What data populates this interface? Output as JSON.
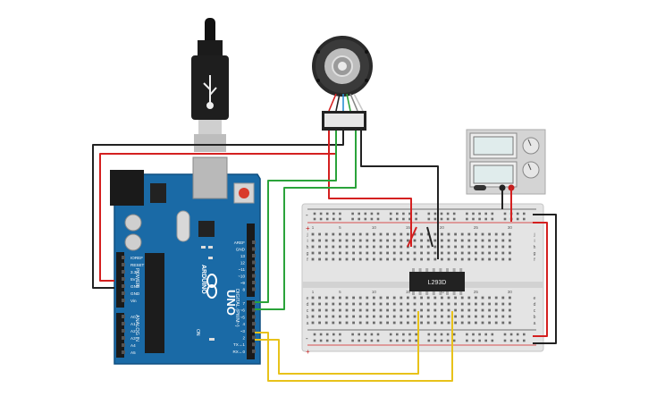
{
  "arduino": {
    "brand": "ARDUINO",
    "model": "UNO",
    "reset_label": "RESET",
    "power_header_title": "POWER",
    "analog_header_title": "ANALOG IN",
    "digital_header_title": "DIGITAL (PWM~)",
    "power_pins": [
      "IOREF",
      "RESET",
      "3.3V",
      "5V",
      "GND",
      "GND",
      "Vin"
    ],
    "analog_pins": [
      "A0",
      "A1",
      "A2",
      "A3",
      "A4",
      "A5"
    ],
    "digital_top_pins": [
      "AREF",
      "GND",
      "13",
      "12",
      "~11",
      "~10",
      "~9",
      "8"
    ],
    "digital_bottom_pins": [
      "7",
      "~6",
      "~5",
      "4",
      "~3",
      "2",
      "TX→1",
      "RX←0"
    ],
    "led_labels": [
      "L",
      "TX",
      "RX"
    ],
    "on_label": "ON"
  },
  "chip": {
    "label": "L293D"
  },
  "breadboard": {
    "column_numbers": [
      "1",
      "5",
      "10",
      "15",
      "20",
      "25",
      "30"
    ],
    "row_letters_top": [
      "j",
      "i",
      "h",
      "g",
      "f"
    ],
    "row_letters_bottom": [
      "e",
      "d",
      "c",
      "b",
      "a"
    ],
    "rail_plus": "+",
    "rail_minus": "-"
  },
  "power_supply": {
    "display_1": "",
    "display_2": ""
  },
  "motor": {
    "name": ""
  },
  "colors": {
    "arduino_blue": "#1a6aa6",
    "breadboard": "#e4e4e4",
    "wire_red": "#d42020",
    "wire_black": "#222222",
    "wire_green": "#2aa33a",
    "wire_yellow": "#e8c21a"
  }
}
